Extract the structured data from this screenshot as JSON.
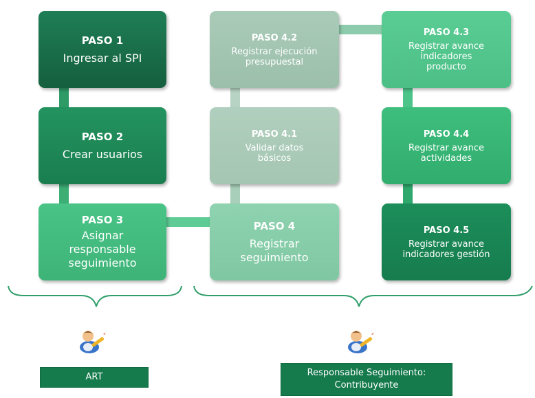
{
  "steps": {
    "p1": {
      "title": "PASO 1",
      "desc": "Ingresar al SPI"
    },
    "p2": {
      "title": "PASO 2",
      "desc": "Crear usuarios"
    },
    "p3": {
      "title": "PASO 3",
      "desc": "Asignar\nresponsable\nseguimiento"
    },
    "p4": {
      "title": "PASO 4",
      "desc": "Registrar\nseguimiento"
    },
    "p41": {
      "title": "PASO 4.1",
      "desc": "Validar datos\nbásicos"
    },
    "p42": {
      "title": "PASO 4.2",
      "desc": "Registrar ejecución\npresupuestal"
    },
    "p43": {
      "title": "PASO 4.3",
      "desc": "Registrar avance\nindicadores\nproducto"
    },
    "p44": {
      "title": "PASO 4.4",
      "desc": "Registrar avance\nactividades"
    },
    "p45": {
      "title": "PASO 4.5",
      "desc": "Registrar avance\nindicadores gestión"
    }
  },
  "roles": {
    "art": {
      "label": "ART"
    },
    "resp": {
      "label": "Responsable Seguimiento:\nContribuyente"
    }
  },
  "colors": {
    "dark_green": "#166d45",
    "medium_green": "#1f9a63",
    "light_green": "#4ec48a",
    "pale_green": "#a4c8b4",
    "label_green": "#157a4c"
  },
  "icons": [
    "user-with-pencil-icon"
  ]
}
